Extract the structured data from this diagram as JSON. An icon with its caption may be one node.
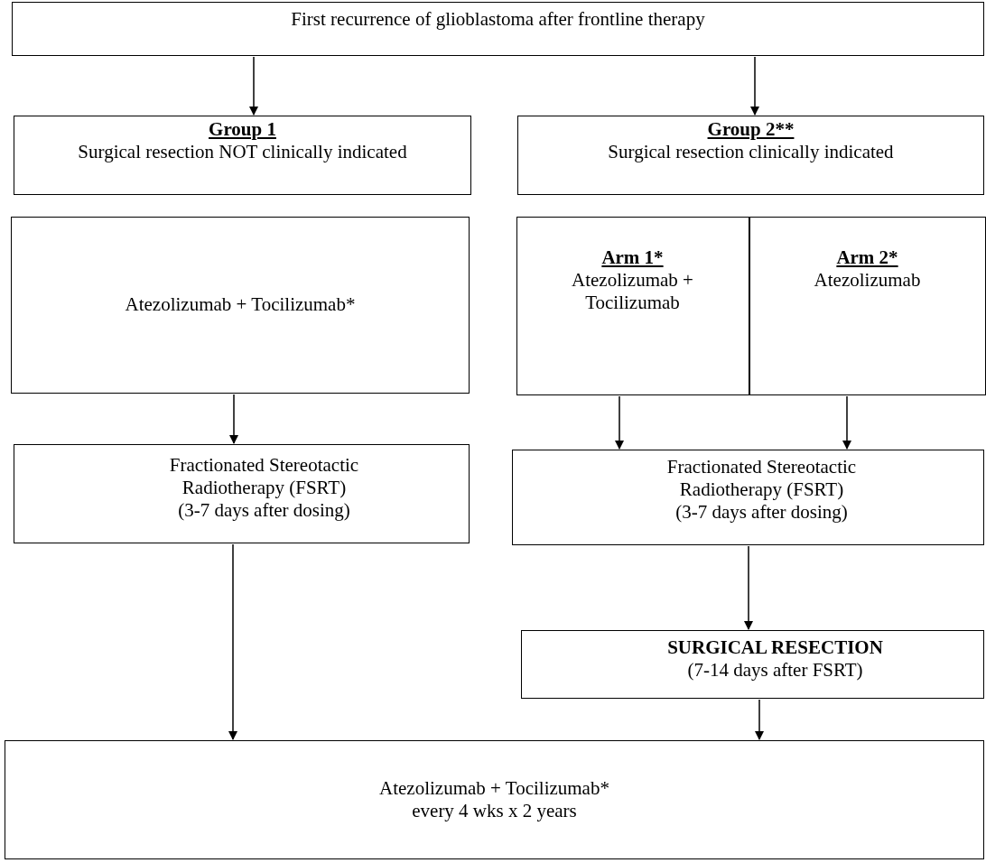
{
  "diagram": {
    "nodes": [
      {
        "text": [
          "First recurrence of glioblastoma after frontline therapy"
        ]
      },
      {
        "text": [
          "Group 1",
          "Surgical resection NOT clinically indicated"
        ]
      },
      {
        "text": [
          "Group 2**",
          "Surgical resection clinically indicated"
        ]
      },
      {
        "text": [
          "Atezolizumab + Tocilizumab*"
        ]
      },
      {
        "text": [],
        "shape": "box"
      },
      {
        "text": [
          "Arm 1*",
          "Atezolizumab + Tocilizumab"
        ],
        "in": 4
      },
      {
        "text": [
          "Arm 2*",
          "Atezolizumab"
        ],
        "in": 4
      },
      {
        "text": [
          "Fractionated Stereotactic Radiotherapy (FSRT)",
          "(3-7 days after dosing)"
        ]
      },
      {
        "text": [
          "Fractionated Stereotactic Radiotherapy (FSRT)",
          "(3-7 days after dosing)"
        ]
      },
      {
        "text": [
          "SURGICAL RESECTION",
          "(7-14 days after FSRT)"
        ]
      },
      {
        "text": [
          "Atezolizumab + Tocilizumab*",
          "every 4 wks x 2 years"
        ]
      }
    ],
    "edges": [
      {
        "from": 0,
        "to": 1,
        "arrow": "to"
      },
      {
        "from": 0,
        "to": 2,
        "arrow": "to"
      },
      {
        "from": 3,
        "to": 7,
        "arrow": "to"
      },
      {
        "from": 5,
        "to": 8,
        "arrow": "to"
      },
      {
        "from": 6,
        "to": 8,
        "arrow": "to"
      },
      {
        "from": 7,
        "to": 10,
        "arrow": "to"
      },
      {
        "from": 8,
        "to": 9,
        "arrow": "to"
      },
      {
        "from": 9,
        "to": 10,
        "arrow": "to"
      }
    ]
  }
}
